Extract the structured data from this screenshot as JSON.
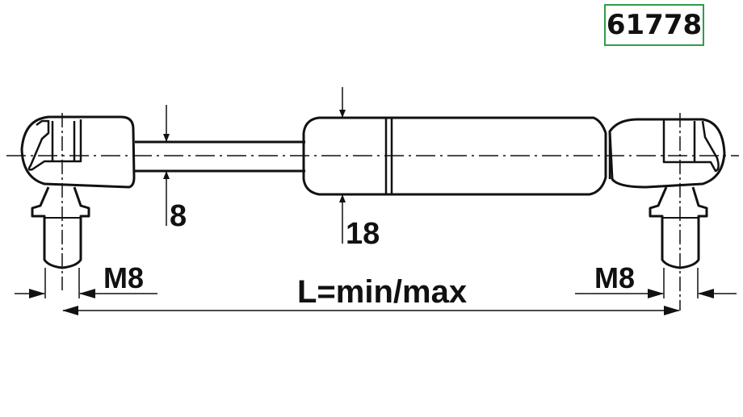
{
  "part_number": "61778",
  "dimensions": {
    "rod_diameter": "8",
    "tube_diameter": "18",
    "left_thread": "M8",
    "right_thread": "M8",
    "length": "L=min/max"
  },
  "colors": {
    "box_border": "#2e9e48",
    "line": "#111111"
  }
}
